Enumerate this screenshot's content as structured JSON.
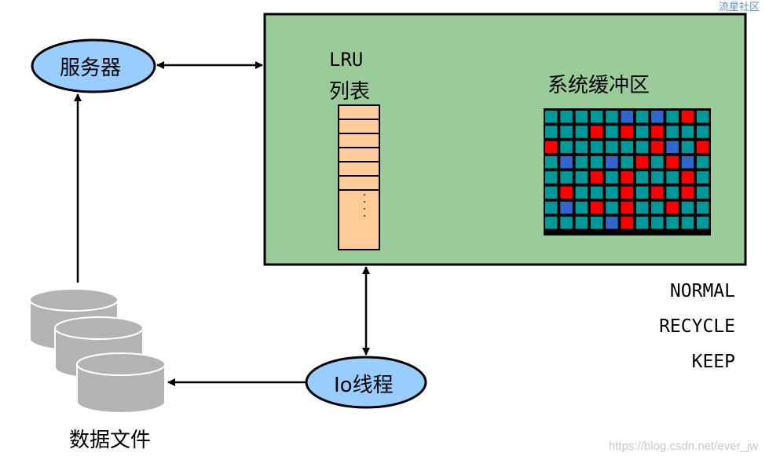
{
  "watermark_top": "流星社区",
  "watermark_bottom": "https://blog.csdn.net/ever_jw",
  "nodes": {
    "server": "服务器",
    "io_thread": "Io线程",
    "data_files": "数据文件",
    "lru_line1": "LRU",
    "lru_line2": "列表",
    "buffer": "系统缓冲区",
    "lru_ellipsis": ".  .  .  ."
  },
  "modes": [
    "NORMAL",
    "RECYCLE",
    "KEEP"
  ],
  "colors": {
    "buffer_box": "#99cc99",
    "ellipse_fill": "#99ccff",
    "lru_fill": "#ffcc99",
    "cell_teal": "#009999",
    "cell_red": "#ff0000",
    "cell_blue": "#3366cc",
    "disk": "#b3b3b3"
  },
  "grid": {
    "rows": 8,
    "cols": 11,
    "cells": [
      "TTTTTBTBTRT",
      "TTTRTRTRTTT",
      "RTTTTTTRBTR",
      "TBTTBTRTRBT",
      "TTTRTRTTTRT",
      "TRTTTRTRTRT",
      "TBTRTRTTRTT",
      "TTTTBRTTTTT"
    ]
  }
}
